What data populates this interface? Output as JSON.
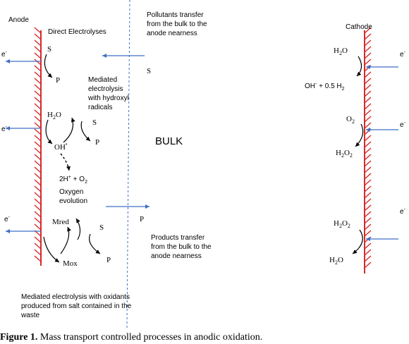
{
  "electrodes": {
    "anode": "Anode",
    "cathode": "Cathode"
  },
  "electron": {
    "base": "e",
    "sup": "-"
  },
  "anode_processes": {
    "direct": {
      "title": "Direct Electrolyses",
      "reactant": "S",
      "product": "P"
    },
    "hydroxyl": {
      "title_lines": [
        "Mediated",
        "electrolysis",
        "with hydroxyl",
        "radicals"
      ],
      "water": {
        "base": "H",
        "sub": "2",
        "tail": "O"
      },
      "radical": {
        "base": "OH",
        "sup": "•"
      },
      "reactant": "S",
      "product": "P",
      "o2_products": {
        "part1": "2H",
        "sup1": "+",
        "part2": " + O",
        "sub2": "2"
      },
      "evolution_lines": [
        "Oxygen",
        "evolution"
      ]
    },
    "oxidants": {
      "mred": "Mred",
      "mox": "Mox",
      "reactant": "S",
      "product": "P",
      "title_lines": [
        "Mediated electrolysis with oxidants",
        "produced from salt contained in the",
        "waste"
      ]
    }
  },
  "bulk": {
    "label": "BULK",
    "pollutant_transfer_lines": [
      "Pollutants transfer",
      "from the bulk to the",
      "anode nearness"
    ],
    "products_transfer_lines": [
      "Products transfer",
      "from the bulk to the",
      "anode nearness"
    ],
    "pollutant": "S",
    "product": "P"
  },
  "cathode_processes": {
    "water": {
      "base": "H",
      "sub": "2",
      "tail": "O"
    },
    "hydroxide_h2": {
      "part1": "OH",
      "sup1": "-",
      "part2": " + 0.5 H",
      "sub2": "2"
    },
    "oxygen": {
      "base": "O",
      "sub": "2"
    },
    "peroxide_1": {
      "base": "H",
      "sub1": "2",
      "mid": "O",
      "sub2": "2"
    },
    "peroxide_2": {
      "base": "H",
      "sub1": "2",
      "mid": "O",
      "sub2": "2"
    },
    "water_out": {
      "base": "H",
      "sub": "2",
      "tail": "O"
    }
  },
  "caption": {
    "label": "Figure 1.",
    "text": " Mass transport controlled processes in anodic oxidation."
  },
  "colors": {
    "electrode_hatch": "#d42a2a",
    "electron_arrow": "#3f6fc4",
    "divider": "#3f6fc4",
    "ink": "#000000"
  }
}
